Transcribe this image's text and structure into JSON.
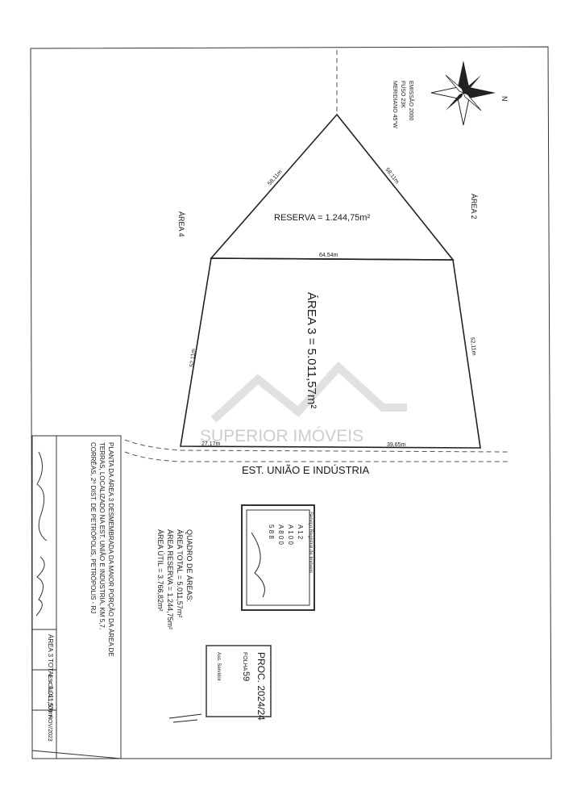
{
  "compass": {
    "north_label": "N",
    "notes": [
      "EMISSÃO 2000",
      "FUSO 23K",
      "MERIDIANO 45°W"
    ]
  },
  "parcel": {
    "reserve_label": "RESERVA = 1.244,75m²",
    "main_area_label": "ÁREA 3 = 5.011,57m²",
    "shared_edge_label": "64,54m",
    "left_upper_edge": "58,11m",
    "right_upper_edge": "58,11m",
    "left_side_edge": "52,11m",
    "right_side_edge": "52,11m",
    "front_left_edge": "27,17m",
    "front_right_edge": "39,65m",
    "neighbor_left": "ÁREA 4",
    "neighbor_right": "ÁREA 2"
  },
  "road_label": "EST. UNIÃO E INDÚSTRIA",
  "watermark": "SUPERIOR IMÓVEIS",
  "title_block": {
    "title_lines": [
      "PLANTA DA ÁREA 3 DESMEMBRADA DA MAIOR PORÇÃO DA ÁREA DE",
      "TERRAS, LOCALIZADO NA EST. UNIÃO E INDÚSTRIA, KM 5,7,",
      "CORRÊAS, 2º DIST. DE PETRÓPOLIS, PETRÓPOLIS - RJ"
    ],
    "area_summary": "ÁREA 3 TOTAL = 5.011,57m²",
    "scale": "ESCALA 1:500",
    "date": "NOV/2023"
  },
  "areas_table": {
    "heading": "QUADRO DE ÁREAS:",
    "rows": [
      "ÁREA TOTAL = 5.011,57m²",
      "ÁREA RESERVA = 1.244,75m²",
      "ÁREA ÚTIL = 3.766,82m²"
    ]
  },
  "stamp_registry": {
    "header": "Serviço Registral de Imóveis",
    "lines": [
      "A 1 2",
      "A 1 0 0",
      "A 8 0 0",
      "5 8 8"
    ]
  },
  "stamp_process": {
    "proc_label": "PROC. 2024/24",
    "folha_label": "FOLHA",
    "folha_value": "59",
    "rubrica_label": "Ass. Servidor"
  }
}
